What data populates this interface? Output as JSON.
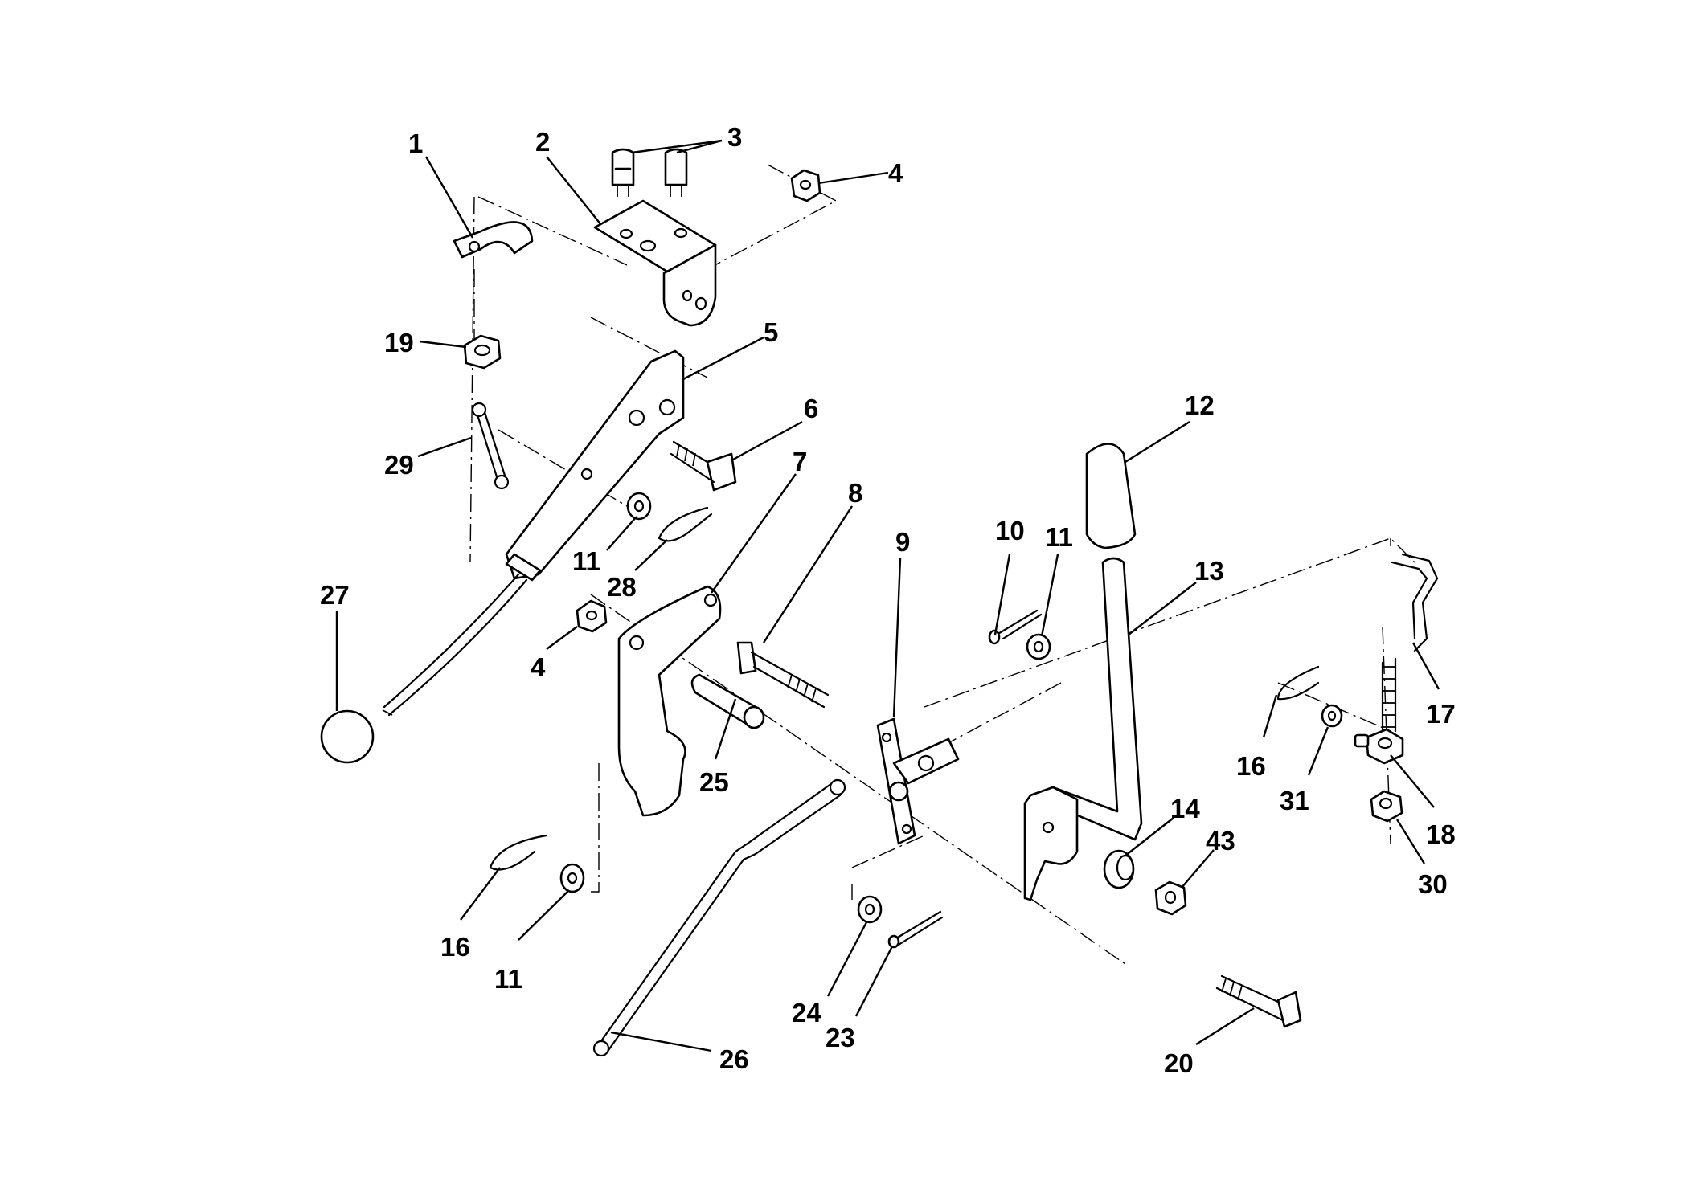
{
  "diagram": {
    "callouts": [
      {
        "id": "c1",
        "label": "1"
      },
      {
        "id": "c2",
        "label": "2"
      },
      {
        "id": "c3",
        "label": "3"
      },
      {
        "id": "c4a",
        "label": "4"
      },
      {
        "id": "c19",
        "label": "19"
      },
      {
        "id": "c5",
        "label": "5"
      },
      {
        "id": "c6",
        "label": "6"
      },
      {
        "id": "c29",
        "label": "29"
      },
      {
        "id": "c7",
        "label": "7"
      },
      {
        "id": "c11a",
        "label": "11"
      },
      {
        "id": "c28",
        "label": "28"
      },
      {
        "id": "c8",
        "label": "8"
      },
      {
        "id": "c27",
        "label": "27"
      },
      {
        "id": "c4b",
        "label": "4"
      },
      {
        "id": "c9",
        "label": "9"
      },
      {
        "id": "c10",
        "label": "10"
      },
      {
        "id": "c11b",
        "label": "11"
      },
      {
        "id": "c12",
        "label": "12"
      },
      {
        "id": "c13",
        "label": "13"
      },
      {
        "id": "c25",
        "label": "25"
      },
      {
        "id": "c16a",
        "label": "16"
      },
      {
        "id": "c31",
        "label": "31"
      },
      {
        "id": "c17",
        "label": "17"
      },
      {
        "id": "c18",
        "label": "18"
      },
      {
        "id": "c16b",
        "label": "16"
      },
      {
        "id": "c11c",
        "label": "11"
      },
      {
        "id": "c14",
        "label": "14"
      },
      {
        "id": "c43",
        "label": "43"
      },
      {
        "id": "c30",
        "label": "30"
      },
      {
        "id": "c24",
        "label": "24"
      },
      {
        "id": "c23",
        "label": "23"
      },
      {
        "id": "c26",
        "label": "26"
      },
      {
        "id": "c20",
        "label": "20"
      }
    ]
  }
}
